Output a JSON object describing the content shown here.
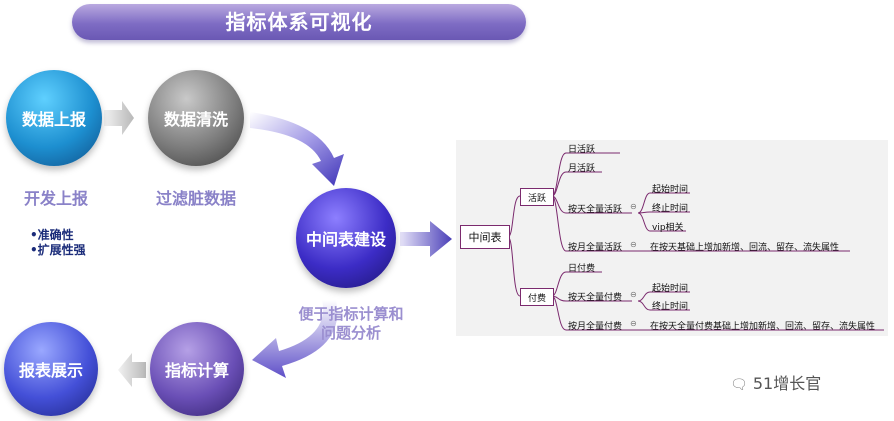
{
  "title": "指标体系可视化",
  "steps": {
    "report": "数据上报",
    "clean": "数据清洗",
    "middle_table": "中间表建设",
    "metric_calc": "指标计算",
    "display": "报表展示"
  },
  "labels": {
    "report_sub": "开发上报",
    "clean_sub": "过滤脏数据",
    "bullets": [
      "•准确性",
      "•扩展性强"
    ],
    "note_line1": "便于指标计算和",
    "note_line2": "问题分析"
  },
  "mindmap": {
    "root": "中间表",
    "active": {
      "label": "活跃",
      "daily": "日活跃",
      "monthly": "月活跃",
      "daily_full": "按天全量活跃",
      "daily_full_children": [
        "起始时间",
        "终止时间",
        "vip相关"
      ],
      "monthly_full": "按月全量活跃",
      "monthly_full_desc": "在按天基础上增加新增、回流、留存、流失属性"
    },
    "paid": {
      "label": "付费",
      "daily": "日付费",
      "daily_full": "按天全量付费",
      "daily_full_children": [
        "起始时间",
        "终止时间"
      ],
      "monthly_full": "按月全量付费",
      "monthly_full_desc": "在按天全量付费基础上增加新增、回流、留存、流失属性"
    }
  },
  "watermark": "51增长官",
  "colors": {
    "mindmap_line": "#7b2a6e",
    "title_purple": "#7e6cc4",
    "bullet_text": "#1b2c7a"
  }
}
